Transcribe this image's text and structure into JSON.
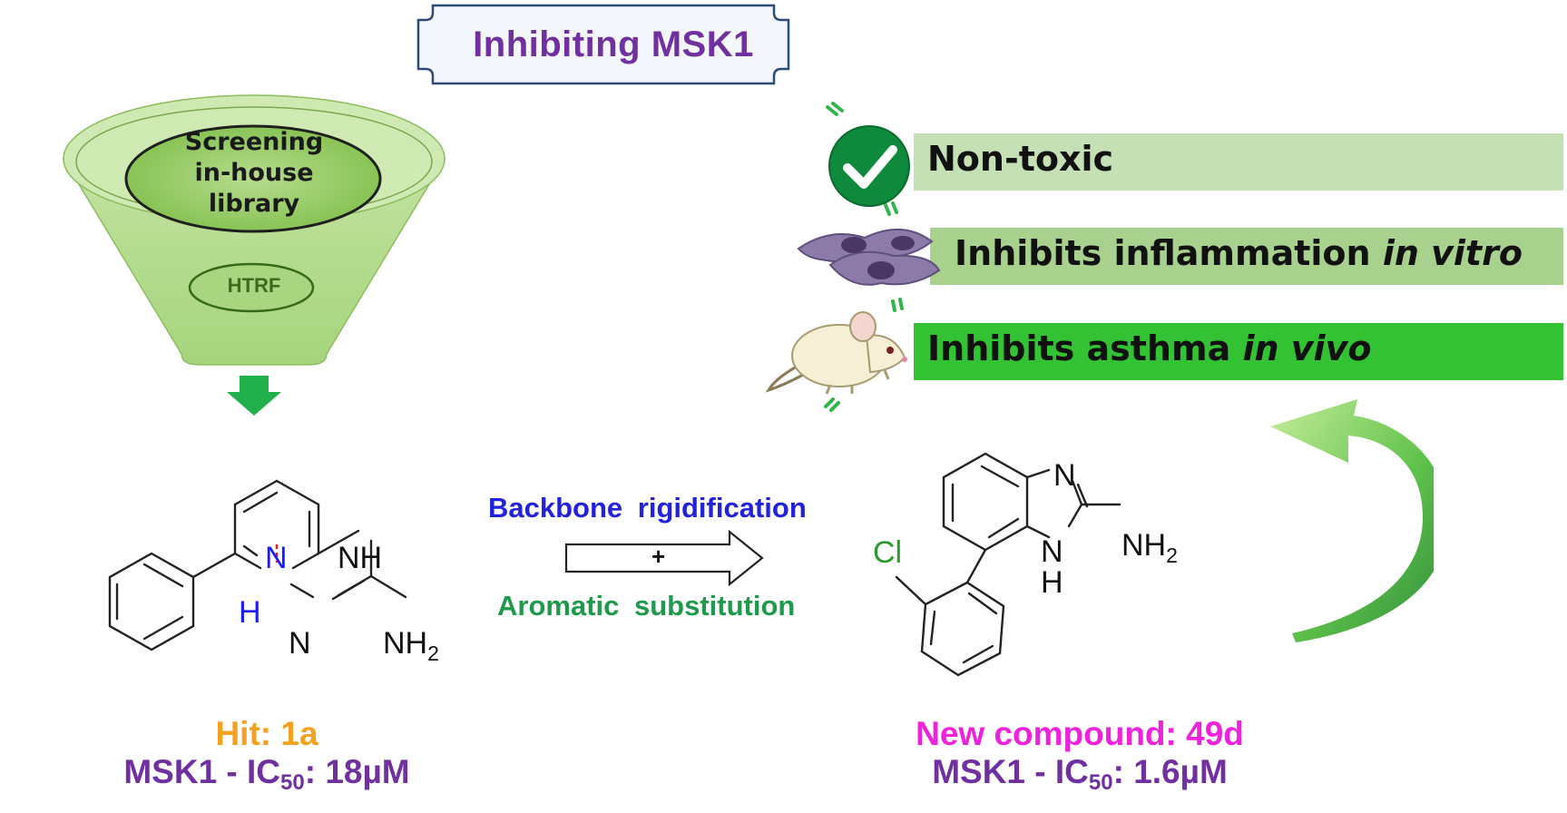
{
  "title": "Inhibiting MSK1",
  "funnel": {
    "screening_lines": [
      "Screening",
      "in-house",
      "library"
    ],
    "assay": "HTRF"
  },
  "benefits": [
    {
      "text": "Non-toxic",
      "italic": "",
      "color": "#c5e0b4"
    },
    {
      "text": "Inhibits inflammation ",
      "italic": "in vitro",
      "color": "#a9d18e"
    },
    {
      "text": "Inhibits asthma ",
      "italic": "in vivo",
      "color": "#33c233"
    }
  ],
  "hit_molecule": {
    "atoms": {
      "N_ring": "N",
      "NH": "NH",
      "H": "H",
      "N": "N",
      "NH2": "NH",
      "NH2_sub": "2"
    }
  },
  "transformation": {
    "top_label": "Backbone  rigidification",
    "plus": "+",
    "bottom_label": "Aromatic  substitution",
    "top_color": "#2222dd",
    "bottom_color": "#1f9a4a"
  },
  "new_molecule": {
    "atoms": {
      "Cl": "Cl",
      "N_top": "N",
      "NH2": "NH",
      "NH2_sub": "2",
      "N_bottom": "N",
      "H_bottom": "H"
    }
  },
  "hit_caption": {
    "name": "Hit: 1a",
    "ic50_prefix": "MSK1 - IC",
    "ic50_sub": "50",
    "ic50_value": ": 18µM",
    "name_color": "#f4a020",
    "value_color": "#7030a0"
  },
  "new_caption": {
    "name": "New compound: 49d",
    "ic50_prefix": "MSK1 - IC",
    "ic50_sub": "50",
    "ic50_value": ": 1.6µM",
    "name_color": "#ee22dd",
    "value_color": "#7030a0"
  }
}
